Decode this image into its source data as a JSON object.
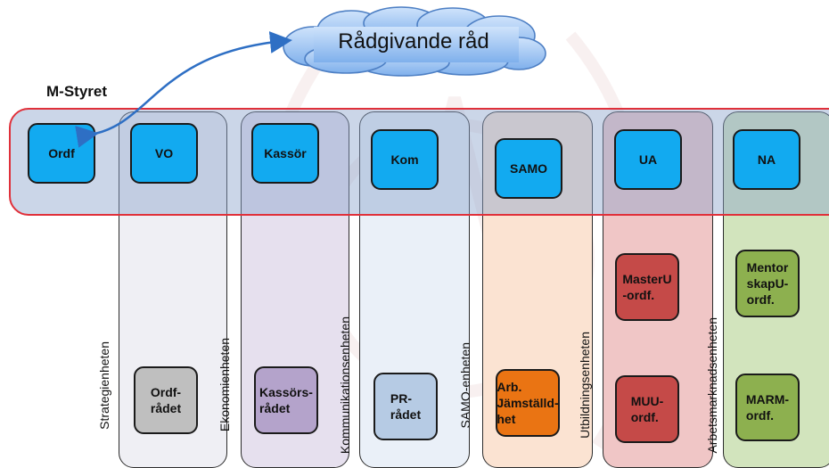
{
  "cloud": {
    "label": "Rådgivande råd"
  },
  "board": {
    "label": "M-Styret"
  },
  "units": [
    {
      "vertical_label": "Strategienheten",
      "role": "Ordf",
      "bg": ""
    },
    {
      "vertical_label": "Ekonomienheten",
      "role": "VO",
      "bg": "#efeff4",
      "subs": [
        {
          "label": "Ordf-\nrådet",
          "color": "#bfbfbf"
        }
      ]
    },
    {
      "vertical_label": "Kommunikationsenheten",
      "role": "Kassör",
      "bg": "#e6e0ee",
      "subs": [
        {
          "label": "Kassörs-\nrådet",
          "color": "#b4a3cb"
        }
      ]
    },
    {
      "vertical_label": "SAMO-enheten",
      "role": "Kom",
      "bg": "#eaf0f8",
      "subs": [
        {
          "label": "PR-\nrådet",
          "color": "#b6cbe4"
        }
      ]
    },
    {
      "vertical_label": "Utbildningsenheten",
      "role": "SAMO",
      "bg": "#fbe3d2",
      "subs": [
        {
          "label": "Arb.\nJämställd-\nhet",
          "color": "#ea7413"
        }
      ]
    },
    {
      "vertical_label": "Arbetsmarknadsenheten",
      "role": "UA",
      "bg": "#f0c6c6",
      "subs": [
        {
          "label": "MasterU\n-ordf.",
          "color": "#c54a48"
        },
        {
          "label": "MUU-\nordf.",
          "color": "#c54a48"
        }
      ]
    },
    {
      "vertical_label": "",
      "role": "NA",
      "bg": "#d2e4bd",
      "subs": [
        {
          "label": "Mentor\nskapU-\nordf.",
          "color": "#8db04f"
        },
        {
          "label": "MARM-\nordf.",
          "color": "#8db04f"
        }
      ]
    }
  ]
}
